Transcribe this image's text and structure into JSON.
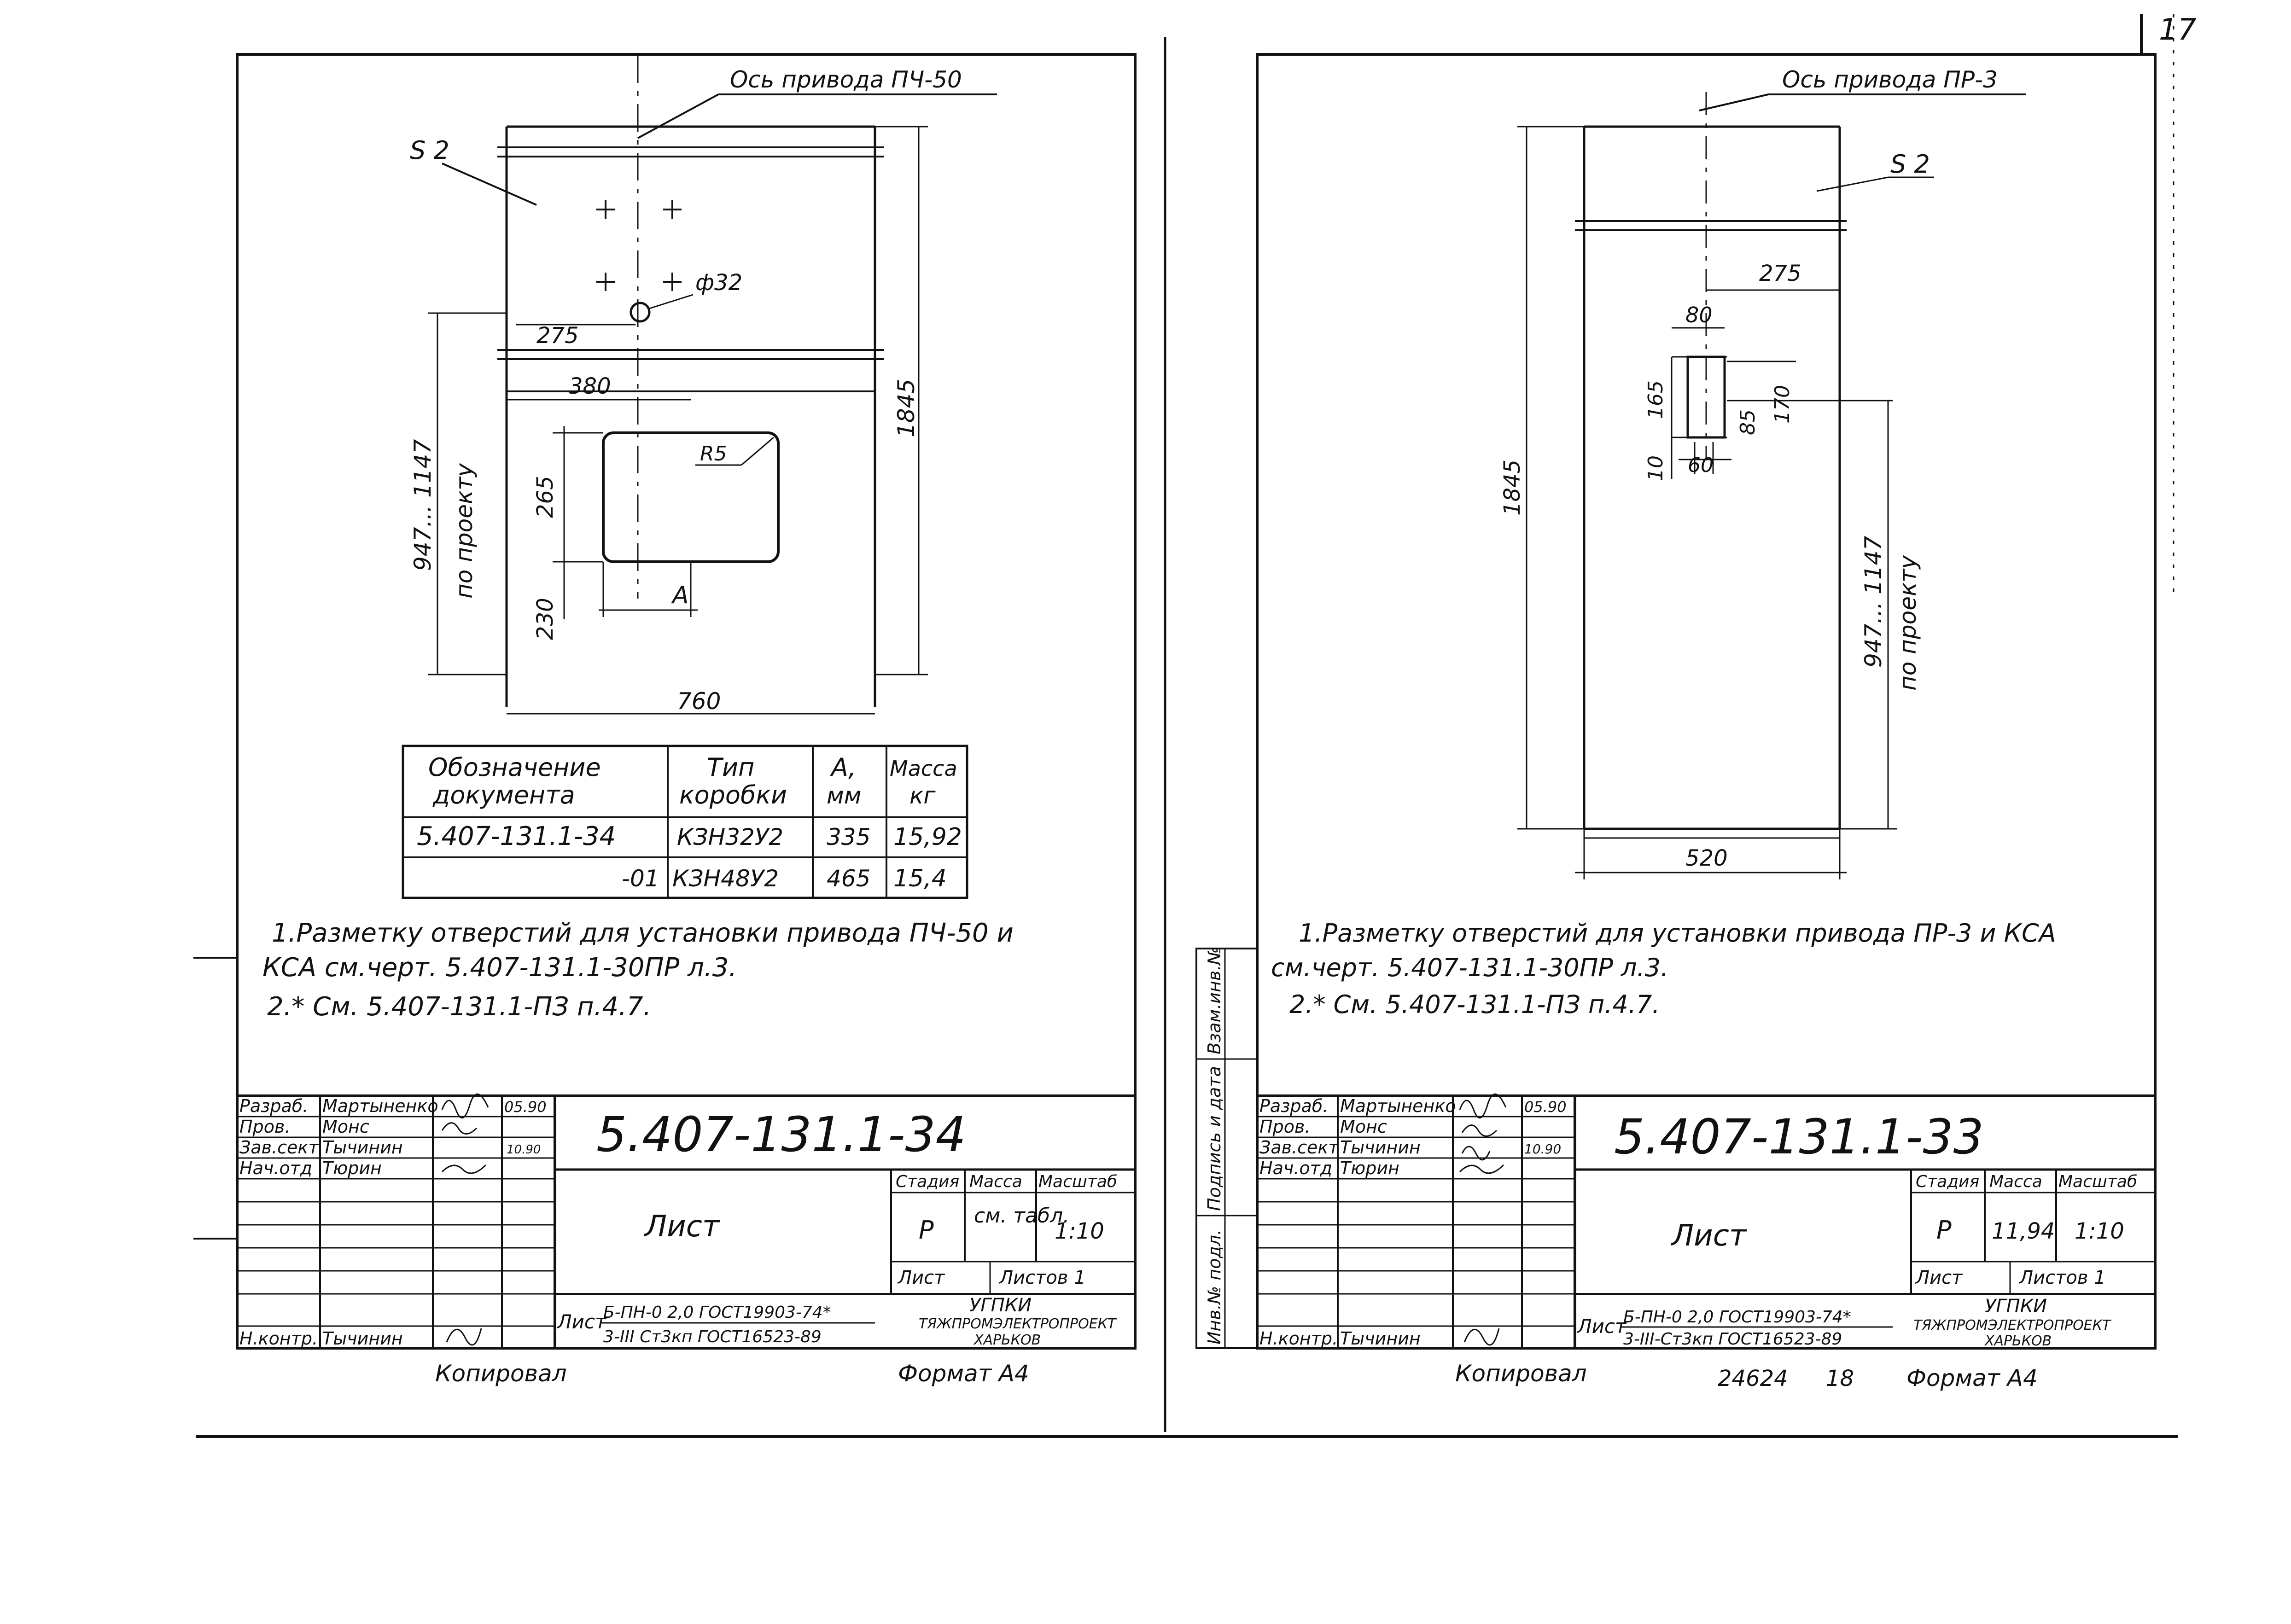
{
  "page_number": "17",
  "left": {
    "axis_label": "Ось привода ПЧ-50",
    "s_label": "S 2",
    "hole_label": "ф32",
    "dim_275": "275",
    "dim_380": "380",
    "r5": "R5",
    "dim_265": "265",
    "dim_230": "230",
    "dim_a": "А",
    "dim_760": "760",
    "dim_1845": "1845",
    "dim_947": "947... 1147",
    "po_proektu": "по проекту",
    "table": {
      "headers": [
        "Обозначение документа",
        "Тип коробки",
        "А, мм",
        "Масса, кг"
      ],
      "header_lines": [
        [
          "Обозначение",
          "документа"
        ],
        [
          "Тип",
          "коробки"
        ],
        [
          "А,",
          "мм"
        ],
        [
          "Масса",
          "кг"
        ]
      ],
      "rows": [
        [
          "5.407-131.1-34",
          "КЗН32У2",
          "335",
          "15,92"
        ],
        [
          "-01",
          "КЗН48У2",
          "465",
          "15,4"
        ]
      ]
    },
    "notes": [
      "1.Разметку отверстий для установки привода ПЧ-50 и",
      "КСА см.черт. 5.407-131.1-30ПР л.3.",
      "2.* См. 5.407-131.1-ПЗ п.4.7."
    ],
    "stamp": {
      "roles": [
        "Разраб.",
        "Пров.",
        "Зав.сект",
        "Нач.отд",
        "Н.контр."
      ],
      "names": [
        "Мартыненко",
        "Монс",
        "Тычинин",
        "Тюрин",
        "Тычинин"
      ],
      "dates": [
        "05.90",
        "10.90"
      ],
      "code": "5.407-131.1-34",
      "sheet_word": "Лист",
      "col_headers": [
        "Стадия",
        "Масса",
        "Масштаб"
      ],
      "stage": "Р",
      "mass": "см. табл.",
      "scale": "1:10",
      "sheet_label": "Лист",
      "sheets_label": "Листов 1",
      "material_prefix": "Лист",
      "material_top": "Б-ПН-0 2,0 ГОСТ19903-74*",
      "material_bottom": "3-III Ст3кп ГОСТ16523-89",
      "org": [
        "УГПКИ",
        "ТЯЖПРОМЭЛЕКТРОПРОЕКТ",
        "ХАРЬКОВ"
      ],
      "copied": "Копировал",
      "format": "Формат А4"
    }
  },
  "right": {
    "axis_label": "Ось привода ПР-3",
    "s_label": "S 2",
    "dim_275": "275",
    "dim_80": "80",
    "dim_165": "165",
    "dim_10": "10",
    "dim_85": "85",
    "dim_170": "170",
    "dim_60": "60",
    "dim_1845": "1845",
    "dim_947": "947... 1147",
    "po_proektu": "по проекту",
    "dim_520": "520",
    "notes": [
      "1.Разметку отверстий для установки привода ПР-3 и КСА",
      "см.черт. 5.407-131.1-30ПР л.3.",
      "2.* См. 5.407-131.1-ПЗ п.4.7."
    ],
    "side_labels": [
      "Взам.инв.№",
      "Подпись и дата",
      "Инв.№ подл."
    ],
    "stamp": {
      "roles": [
        "Разраб.",
        "Пров.",
        "Зав.сект",
        "Нач.отд",
        "Н.контр."
      ],
      "names": [
        "Мартыненко",
        "Монс",
        "Тычинин",
        "Тюрин",
        "Тычинин"
      ],
      "dates": [
        "05.90",
        "10.90"
      ],
      "code": "5.407-131.1-33",
      "sheet_word": "Лист",
      "col_headers": [
        "Стадия",
        "Масса",
        "Масштаб"
      ],
      "stage": "Р",
      "mass": "11,94",
      "scale": "1:10",
      "sheet_label": "Лист",
      "sheets_label": "Листов 1",
      "material_prefix": "Лист",
      "material_top": "Б-ПН-0 2,0 ГОСТ19903-74*",
      "material_bottom": "3-III-Ст3кп ГОСТ16523-89",
      "org": [
        "УГПКИ",
        "ТЯЖПРОМЭЛЕКТРОПРОЕКТ",
        "ХАРЬКОВ"
      ],
      "copied": "Копировал",
      "order": "24624",
      "order_sheet": "18",
      "format": "Формат А4"
    }
  }
}
